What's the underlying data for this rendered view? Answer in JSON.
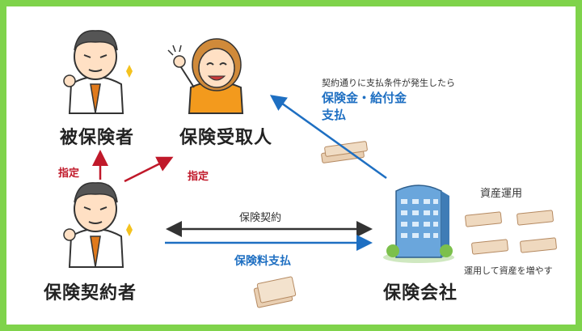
{
  "nodes": {
    "insured": "被保険者",
    "beneficiary": "保険受取人",
    "policyholder": "保険契約者",
    "insurer": "保険会社"
  },
  "edges": {
    "designate_insured": "指定",
    "designate_beneficiary": "指定",
    "contract": "保険契約",
    "premium": "保険料支払"
  },
  "payout": {
    "condition": "契約通りに支払条件が発生したら",
    "line1": "保険金・給付金",
    "line2": "支払"
  },
  "asset": {
    "title": "資産運用",
    "note": "運用して資産を増やす"
  },
  "colors": {
    "frame": "#7fd34b",
    "red_arrow": "#c0192a",
    "blue_arrow": "#1e6fc2",
    "dark_arrow": "#333333"
  }
}
